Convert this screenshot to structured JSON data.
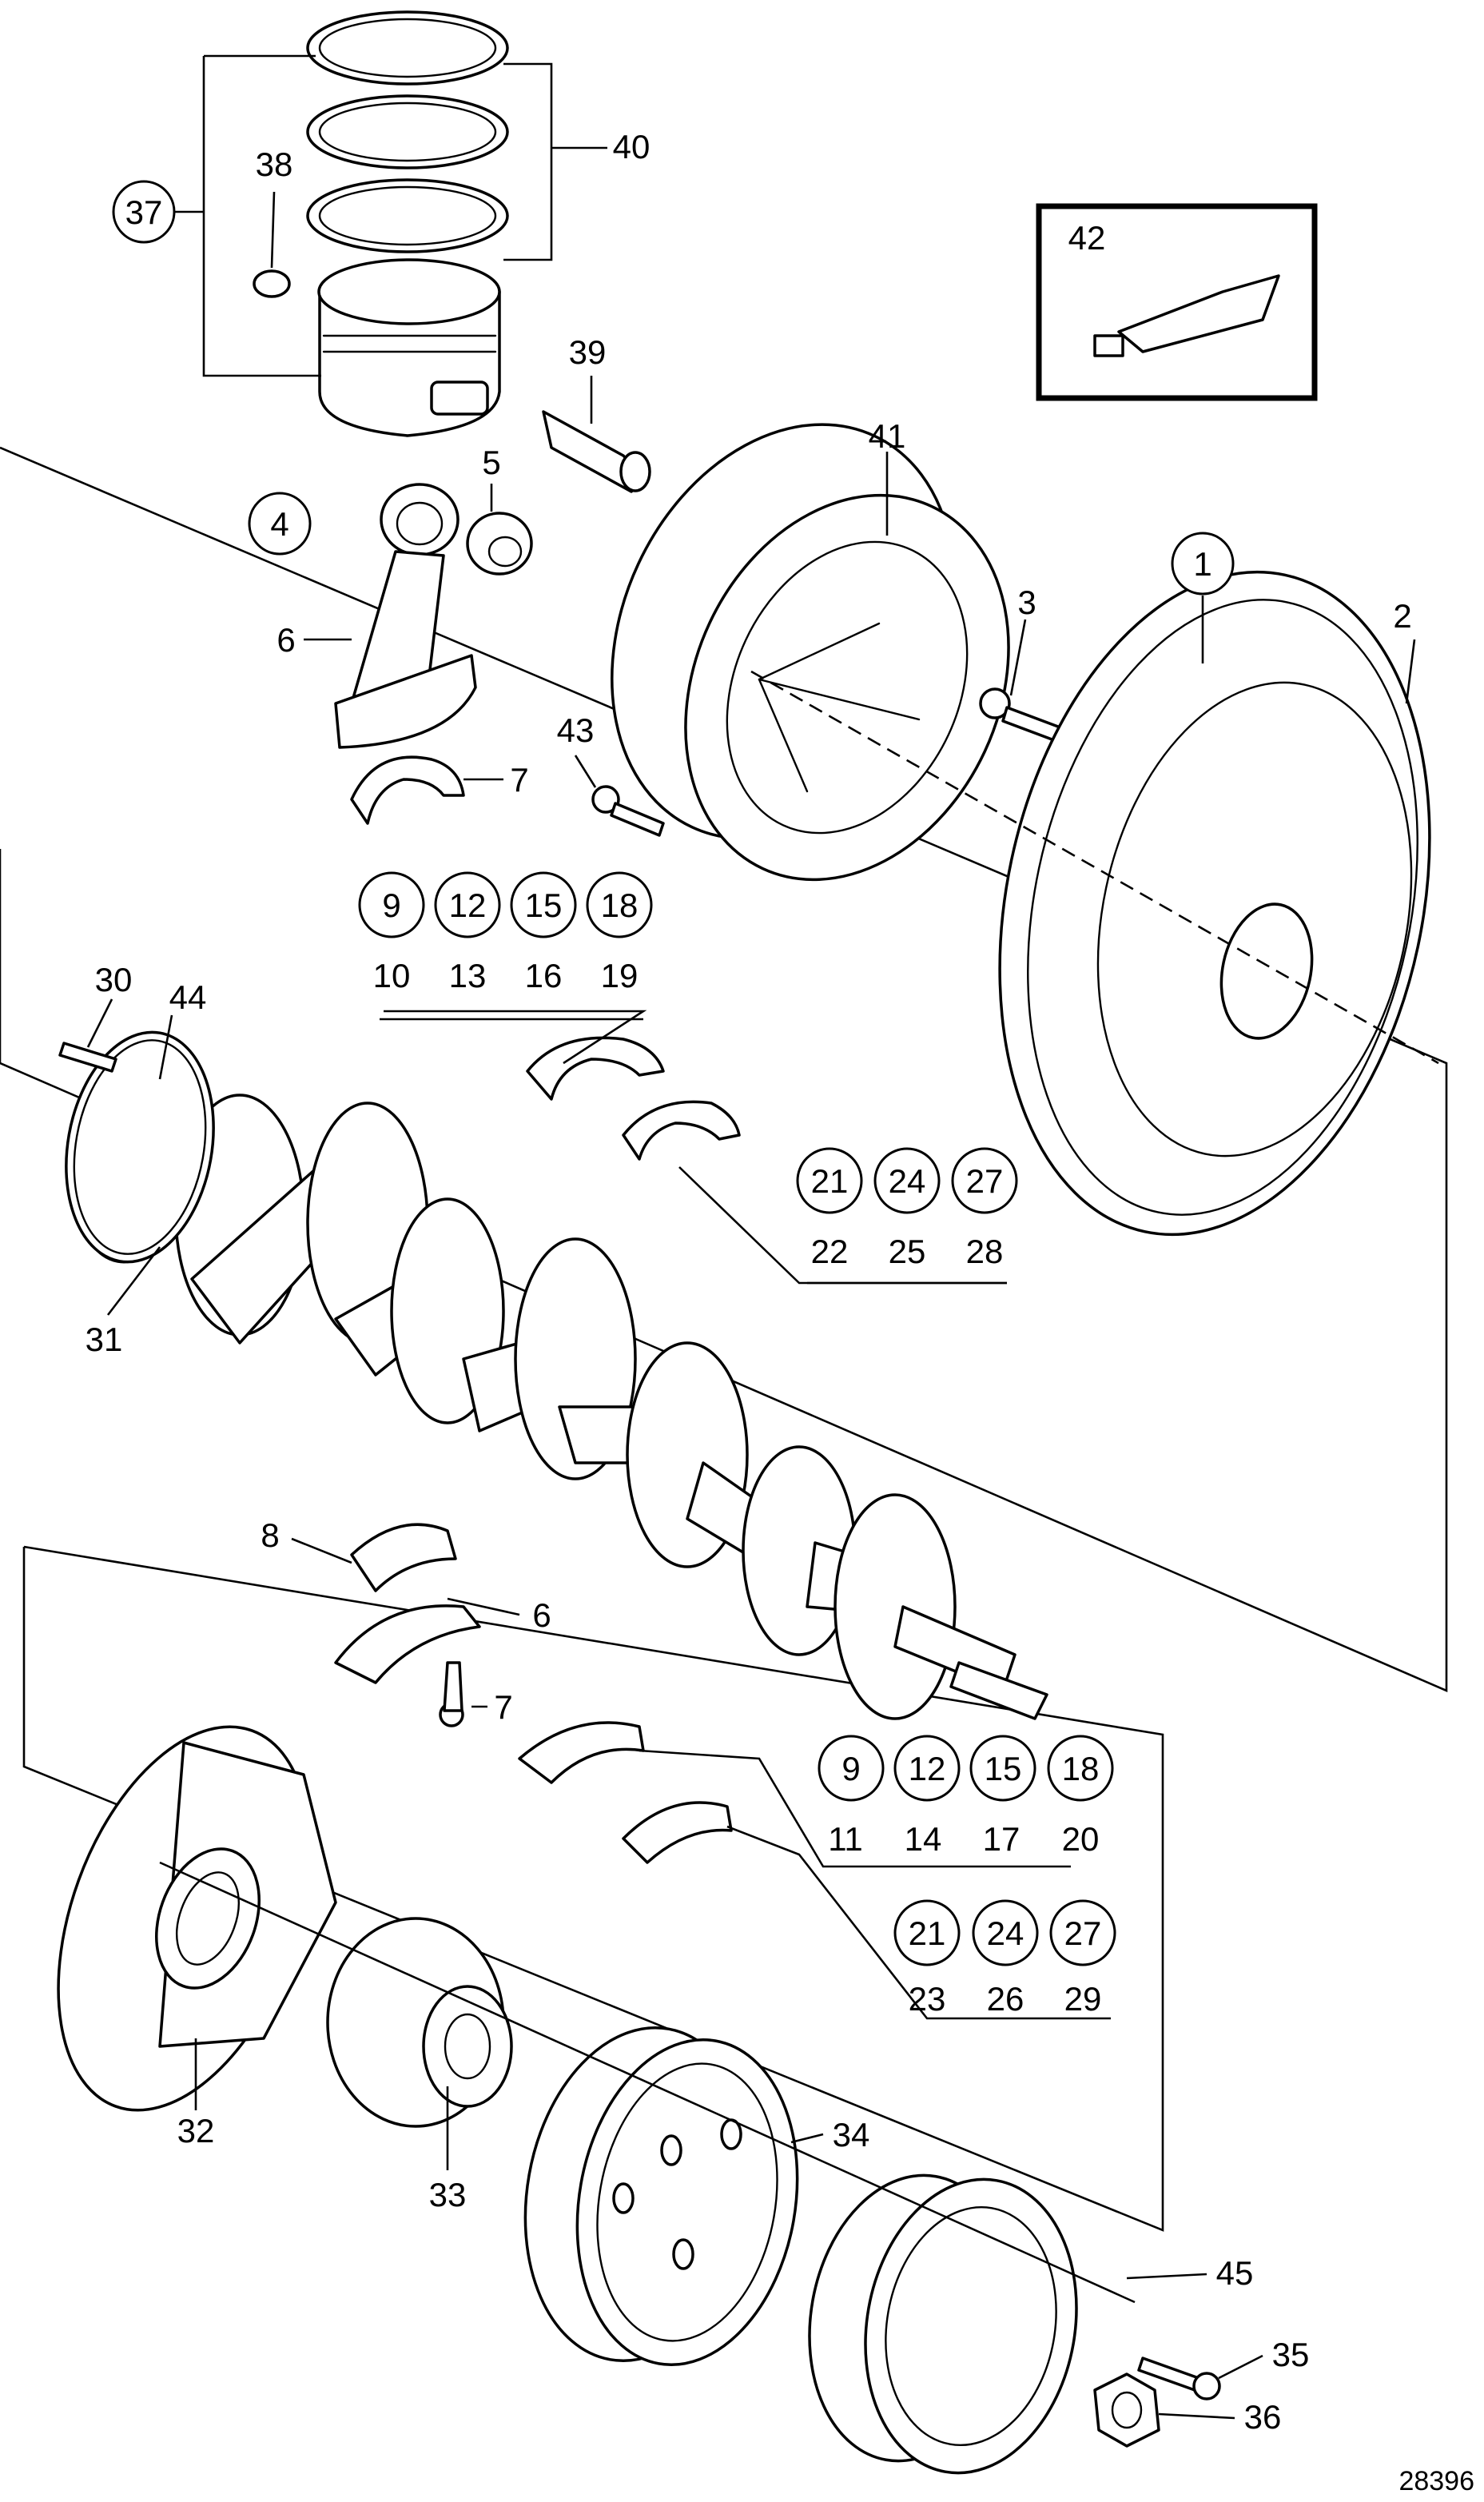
{
  "diagram": {
    "reference_number": "28396",
    "callouts": {
      "c1": "1",
      "c2": "2",
      "c3": "3",
      "c4": "4",
      "c5": "5",
      "c6a": "6",
      "c6b": "6",
      "c7a": "7",
      "c7b": "7",
      "c8": "8",
      "c30": "30",
      "c31": "31",
      "c32": "32",
      "c33": "33",
      "c34": "34",
      "c35": "35",
      "c36": "36",
      "c37": "37",
      "c38": "38",
      "c39": "39",
      "c40": "40",
      "c41": "41",
      "c42": "42",
      "c43": "43",
      "c44": "44",
      "c45": "45"
    },
    "bearing_groups": {
      "main_upper": {
        "circled": [
          "9",
          "12",
          "15",
          "18"
        ],
        "plain": [
          "10",
          "13",
          "16",
          "19"
        ]
      },
      "thrust_upper": {
        "circled": [
          "21",
          "24",
          "27"
        ],
        "plain": [
          "22",
          "25",
          "28"
        ]
      },
      "main_lower": {
        "circled": [
          "9",
          "12",
          "15",
          "18"
        ],
        "plain": [
          "11",
          "14",
          "17",
          "20"
        ]
      },
      "thrust_lower": {
        "circled": [
          "21",
          "24",
          "27"
        ],
        "plain": [
          "23",
          "26",
          "29"
        ]
      }
    }
  }
}
